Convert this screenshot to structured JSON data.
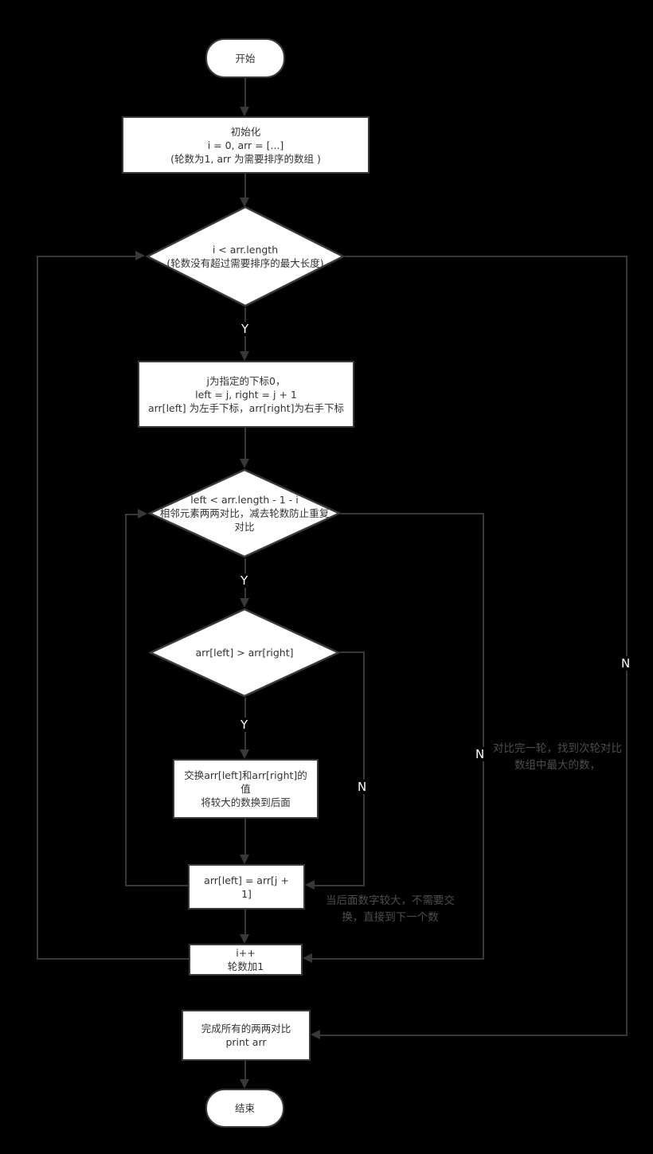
{
  "colors": {
    "background": "#000000",
    "node_fill": "#ffffff",
    "node_border": "#3a3a3a",
    "line": "#383838",
    "text": "#333333",
    "label": "#ffffff",
    "annotation": "#4d4d4d"
  },
  "nodes": {
    "start": "开始",
    "init": "初始化\ni = 0, arr = [...]\n(轮数为1, arr 为需要排序的数组 )",
    "outer_condition": "i < arr.length\n(轮数没有超过需要排序的最大长度)",
    "setup_pointers": "j为指定的下标0，\nleft = j, right = j + 1\narr[left] 为左手下标，arr[right]为右手下标",
    "inner_condition": "left < arr.length - 1 - i\n相邻元素两两对比，减去轮数防止重复对比",
    "compare_condition": "arr[left] > arr[right]",
    "swap": "交换arr[left]和arr[right]的值\n将较大的数换到后面",
    "advance": "arr[left] = arr[j + 1]",
    "increment": "i++\n轮数加1",
    "finish": "完成所有的两两对比\nprint arr",
    "end": "结束"
  },
  "labels": {
    "yes": "Y",
    "no": "N"
  },
  "annotations": {
    "round_complete": "对比完一轮，找到次轮对比\n数组中最大的数，",
    "no_swap_needed": "当后面数字较大，不需要交\n换，直接到下一个数"
  }
}
